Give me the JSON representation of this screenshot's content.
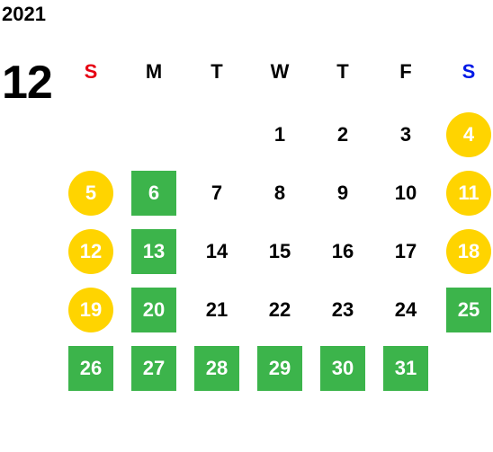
{
  "calendar": {
    "year": "2021",
    "month": "12",
    "colors": {
      "sunday_label": "#e60012",
      "saturday_label": "#0019e6",
      "default_label": "#000000",
      "circle_fill": "#ffd400",
      "square_fill": "#3cb44b",
      "marked_text": "#ffffff"
    },
    "weekdays": [
      {
        "label": "S",
        "kind": "sunday"
      },
      {
        "label": "M",
        "kind": "weekday"
      },
      {
        "label": "T",
        "kind": "weekday"
      },
      {
        "label": "W",
        "kind": "weekday"
      },
      {
        "label": "T",
        "kind": "weekday"
      },
      {
        "label": "F",
        "kind": "weekday"
      },
      {
        "label": "S",
        "kind": "saturday"
      }
    ],
    "days": [
      {
        "label": "1",
        "mark": "none"
      },
      {
        "label": "2",
        "mark": "none"
      },
      {
        "label": "3",
        "mark": "none"
      },
      {
        "label": "4",
        "mark": "circle"
      },
      {
        "label": "5",
        "mark": "circle"
      },
      {
        "label": "6",
        "mark": "square"
      },
      {
        "label": "7",
        "mark": "none"
      },
      {
        "label": "8",
        "mark": "none"
      },
      {
        "label": "9",
        "mark": "none"
      },
      {
        "label": "10",
        "mark": "none"
      },
      {
        "label": "11",
        "mark": "circle"
      },
      {
        "label": "12",
        "mark": "circle"
      },
      {
        "label": "13",
        "mark": "square"
      },
      {
        "label": "14",
        "mark": "none"
      },
      {
        "label": "15",
        "mark": "none"
      },
      {
        "label": "16",
        "mark": "none"
      },
      {
        "label": "17",
        "mark": "none"
      },
      {
        "label": "18",
        "mark": "circle"
      },
      {
        "label": "19",
        "mark": "circle"
      },
      {
        "label": "20",
        "mark": "square"
      },
      {
        "label": "21",
        "mark": "none"
      },
      {
        "label": "22",
        "mark": "none"
      },
      {
        "label": "23",
        "mark": "none"
      },
      {
        "label": "24",
        "mark": "none"
      },
      {
        "label": "25",
        "mark": "square"
      },
      {
        "label": "26",
        "mark": "square"
      },
      {
        "label": "27",
        "mark": "square"
      },
      {
        "label": "28",
        "mark": "square"
      },
      {
        "label": "29",
        "mark": "square"
      },
      {
        "label": "30",
        "mark": "square"
      },
      {
        "label": "31",
        "mark": "square"
      }
    ]
  }
}
